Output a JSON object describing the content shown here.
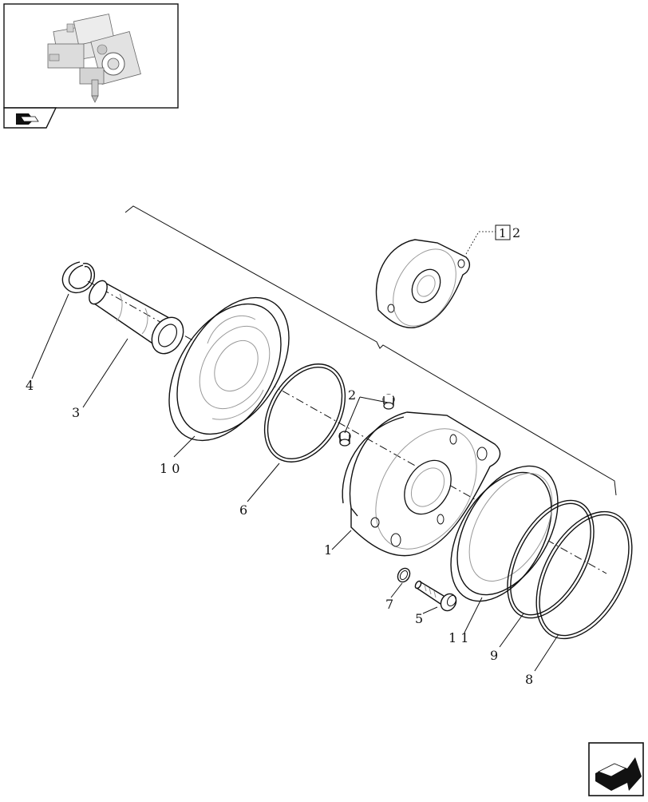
{
  "labels": {
    "part_1": "1",
    "part_2": "2",
    "part_3": "3",
    "part_4": "4",
    "part_5": "5",
    "part_6": "6",
    "part_7": "7",
    "part_8": "8",
    "part_9": "9",
    "part_10": "1 0",
    "part_11": "1 1",
    "part_12_prefix": "1",
    "part_12_suffix": "2"
  },
  "icons": {
    "thumbnail_nav": "pump-assembly-thumbnail",
    "back_nav": "book-arrow-icon",
    "next_nav": "forward-arrow-icon"
  }
}
